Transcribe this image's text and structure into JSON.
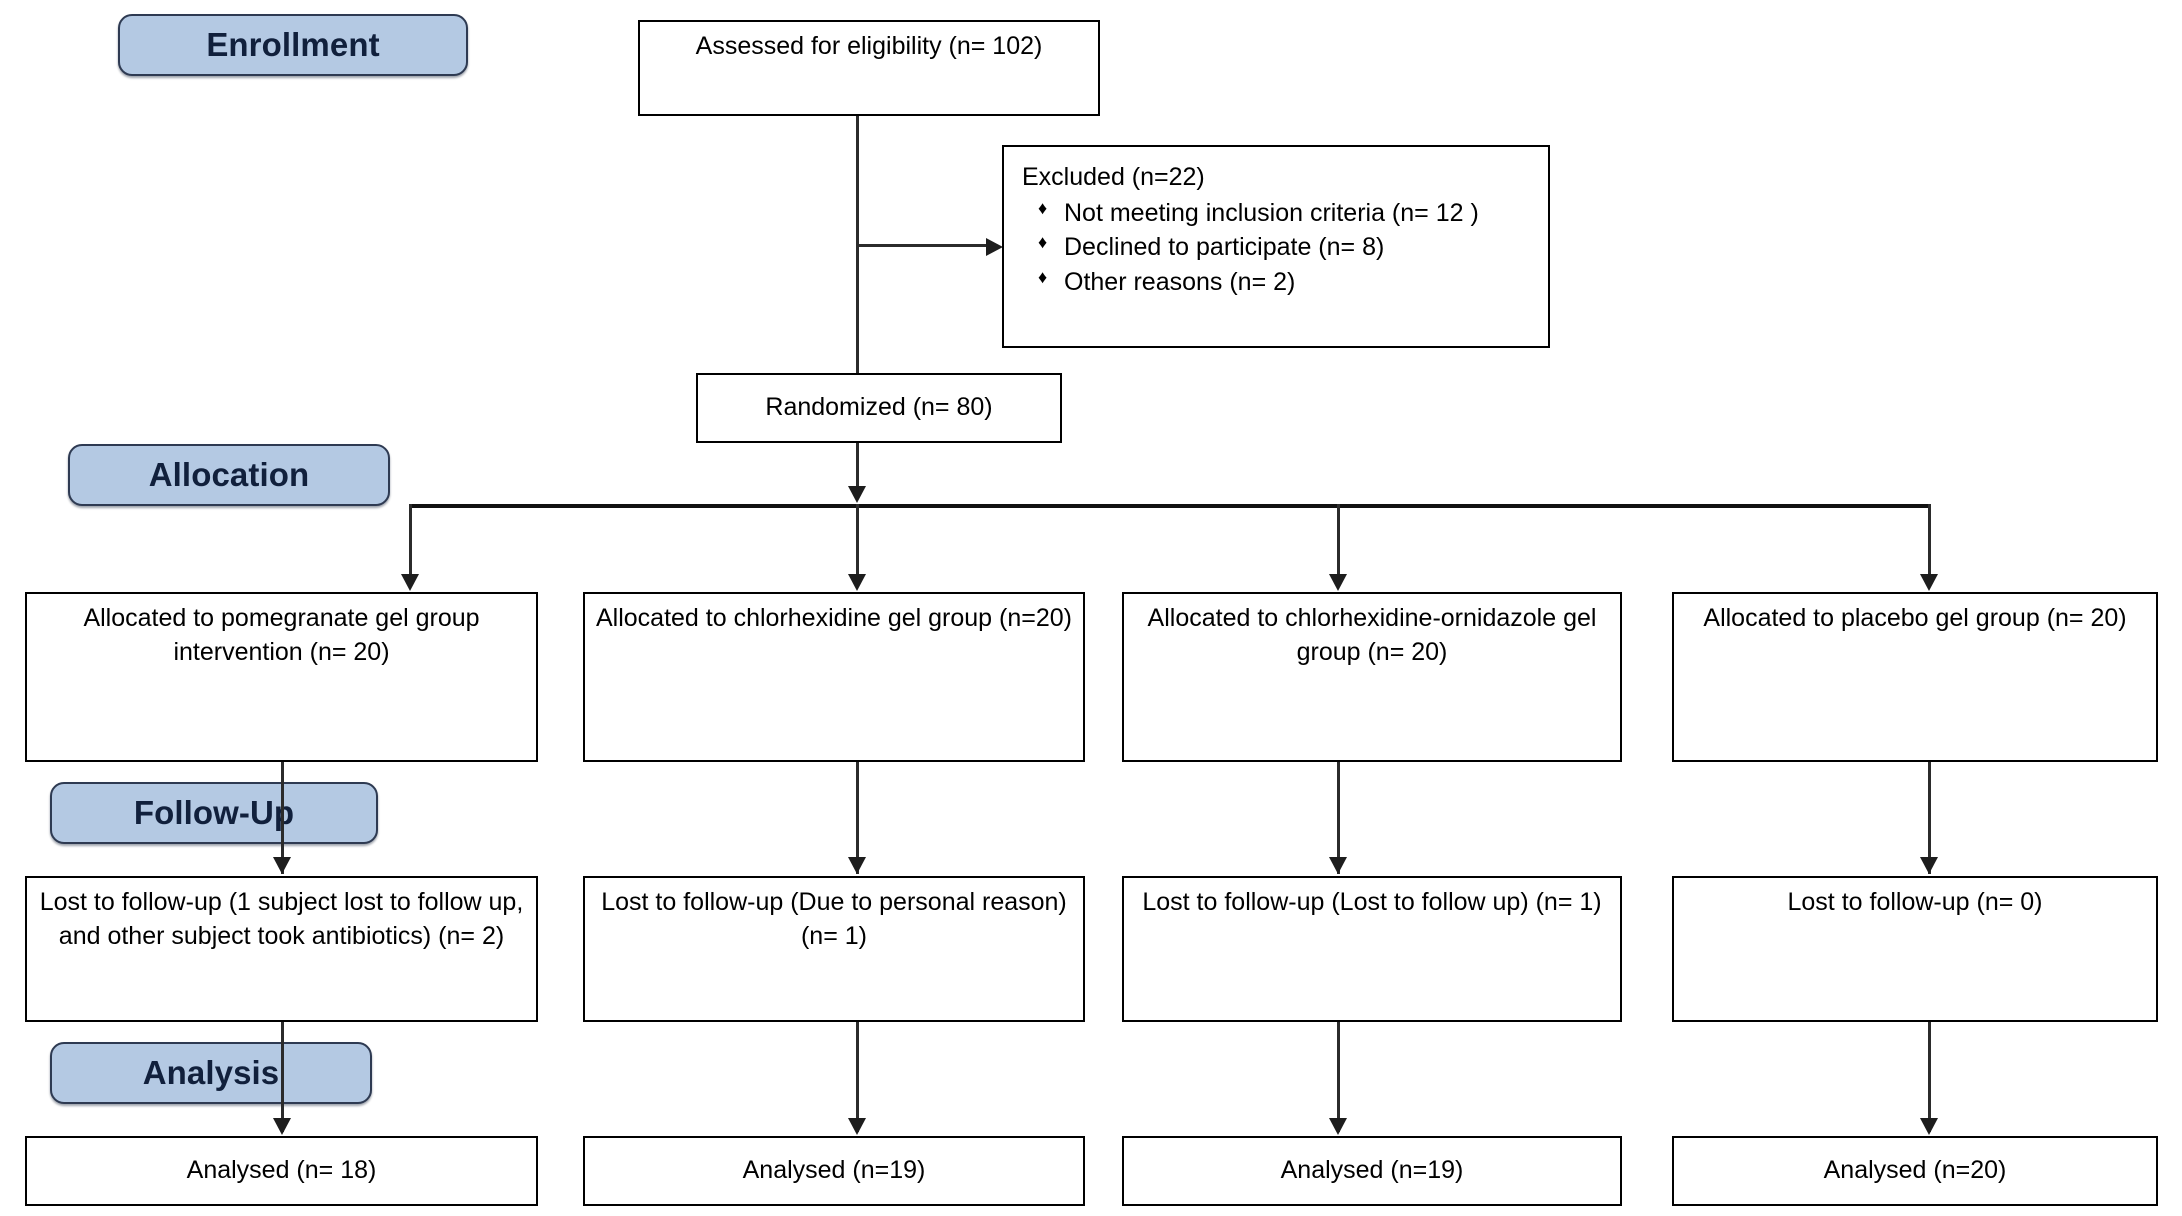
{
  "diagram": {
    "type": "CONSORT participant flow diagram",
    "stages": [
      {
        "id": "enrollment",
        "label": "Enrollment"
      },
      {
        "id": "allocation",
        "label": "Allocation"
      },
      {
        "id": "followup",
        "label": "Follow-Up"
      },
      {
        "id": "analysis",
        "label": "Analysis"
      }
    ],
    "enrollment": {
      "assessed": "Assessed for eligibility (n= 102)",
      "randomized": "Randomized (n= 80)",
      "excluded": {
        "title": "Excluded (n=22)",
        "bullet_glyph": "♦",
        "reasons": [
          "Not meeting inclusion criteria (n= 12 )",
          "Declined to participate (n= 8)",
          "Other reasons (n= 2)"
        ]
      }
    },
    "arms": [
      {
        "allocation": "Allocated to pomegranate gel group intervention (n= 20)",
        "followup": "Lost to follow-up (1 subject lost to follow up, and other subject took antibiotics) (n= 2)",
        "analysis": "Analysed (n= 18)"
      },
      {
        "allocation": "Allocated to chlorhexidine gel group (n=20)",
        "followup": "Lost to follow-up (Due to personal reason) (n= 1)",
        "analysis": "Analysed (n=19)"
      },
      {
        "allocation": "Allocated to chlorhexidine-ornidazole gel group (n= 20)",
        "followup": "Lost to follow-up (Lost to follow up) (n= 1)",
        "analysis": "Analysed (n=19)"
      },
      {
        "allocation": "Allocated to placebo gel group (n= 20)",
        "followup": "Lost to follow-up (n= 0)",
        "analysis": "Analysed (n=20)"
      }
    ],
    "colors": {
      "stage_fill": "#b4c9e3",
      "stage_border": "#2e3a52",
      "stage_text": "#11203c",
      "box_border": "#000000",
      "connector": "#1d1d1d",
      "background": "#ffffff"
    }
  }
}
